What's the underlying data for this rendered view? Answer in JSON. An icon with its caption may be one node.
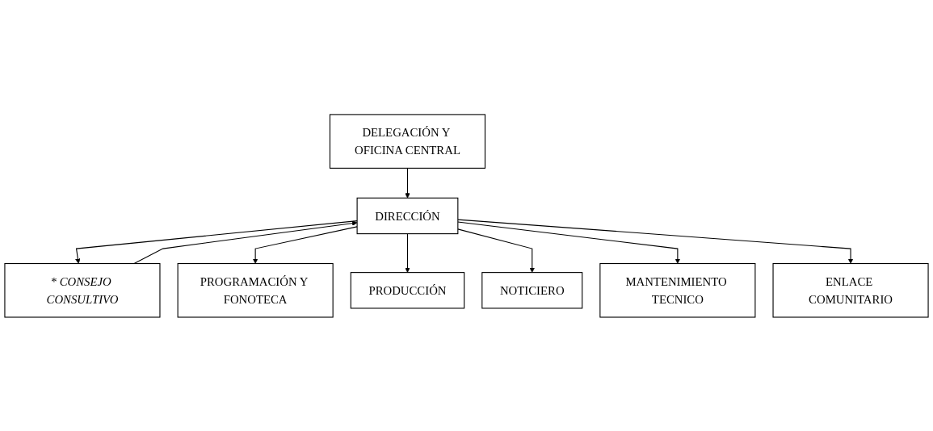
{
  "diagram": {
    "nodes": [
      {
        "text": [
          "DELEGACIÓN Y OFICINA CENTRAL"
        ]
      },
      {
        "text": [
          "DIRECCIÓN"
        ]
      },
      {
        "text": [
          "* CONSEJO CONSULTIVO"
        ]
      },
      {
        "text": [
          "PROGRAMACIÓN Y FONOTECA"
        ]
      },
      {
        "text": [
          "PRODUCCIÓN"
        ]
      },
      {
        "text": [
          "NOTICIERO"
        ]
      },
      {
        "text": [
          "MANTENIMIENTO TECNICO"
        ]
      },
      {
        "text": [
          "ENLACE COMUNITARIO"
        ]
      }
    ],
    "edges": [
      {
        "from": 0,
        "to": 1,
        "arrow": "to"
      },
      {
        "from": 2,
        "to": 1,
        "arrow": "to"
      },
      {
        "from": 1,
        "to": 2,
        "arrow": "to"
      },
      {
        "from": 1,
        "to": 3,
        "arrow": "to"
      },
      {
        "from": 1,
        "to": 4,
        "arrow": "to"
      },
      {
        "from": 1,
        "to": 5,
        "arrow": "to"
      },
      {
        "from": 1,
        "to": 6,
        "arrow": "to"
      },
      {
        "from": 1,
        "to": 7,
        "arrow": "to"
      }
    ]
  }
}
